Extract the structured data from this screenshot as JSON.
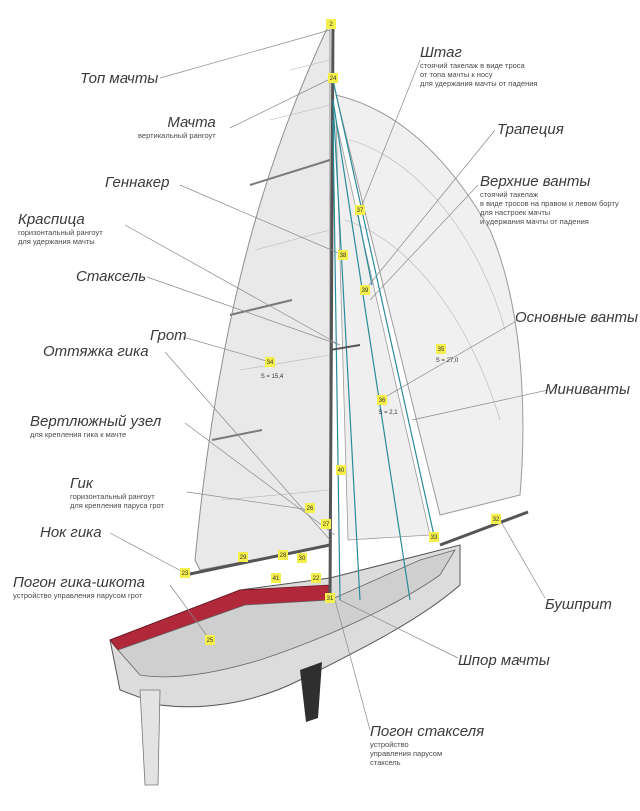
{
  "labels": {
    "top_mast": {
      "title": "Топ мачты"
    },
    "mast": {
      "title": "Мачта",
      "desc": [
        "вертикальный рангоут"
      ]
    },
    "gennaker": {
      "title": "Геннакер"
    },
    "spreader": {
      "title": "Краспица",
      "desc": [
        "горизонтальный рангоут",
        "для удержания мачты"
      ]
    },
    "staysail": {
      "title": "Стаксель"
    },
    "mainsail": {
      "title": "Грот"
    },
    "boom_vang": {
      "title": "Оттяжка гика"
    },
    "gooseneck": {
      "title": "Вертлюжный узел",
      "desc": [
        "для крепления гика к мачте"
      ]
    },
    "boom": {
      "title": "Гик",
      "desc": [
        "горизонтальный рангоут",
        "для крепления паруса грот"
      ]
    },
    "boom_end": {
      "title": "Нок гика"
    },
    "mainsheet_track": {
      "title": "Погон гика-шкота",
      "desc": [
        "устройство управления парусом грот"
      ]
    },
    "forestay": {
      "title": "Штаг",
      "desc": [
        "стоячий такелаж в виде троса",
        "от топа мачты к носу",
        "для удержания мачты от падения"
      ]
    },
    "trapeze": {
      "title": "Трапеция"
    },
    "upper_shrouds": {
      "title": "Верхние ванты",
      "desc": [
        "стоячий такелаж",
        "в виде тросов на правом и левом борту",
        "для настроек мачты",
        "и удержания мачты от падения"
      ]
    },
    "main_shrouds": {
      "title": "Основные ванты"
    },
    "mini_shrouds": {
      "title": "Миниванты"
    },
    "bowsprit": {
      "title": "Бушприт"
    },
    "mast_step": {
      "title": "Шпор мачты"
    },
    "jib_track": {
      "title": "Погон стакселя",
      "desc": [
        "устройство",
        "управления парусом",
        "стаксель"
      ]
    }
  },
  "sail_areas": {
    "mainsail": "S = 15,4",
    "gennaker": "S = 27,0",
    "staysail": "S = 2,1"
  },
  "markers": [
    "2",
    "24",
    "37",
    "38",
    "39",
    "34",
    "35",
    "36",
    "40",
    "26",
    "27",
    "29",
    "28",
    "30",
    "31",
    "23",
    "33",
    "32",
    "41",
    "25",
    "22"
  ],
  "colors": {
    "hull_red": "#b0283a",
    "hull_grey": "#d9d9d9",
    "keel": "#2f2f2f",
    "sail": "#eeeeee",
    "rigging": "#2a8c9a",
    "marker": "#f4ef4a",
    "leader": "#8a8a8a"
  }
}
